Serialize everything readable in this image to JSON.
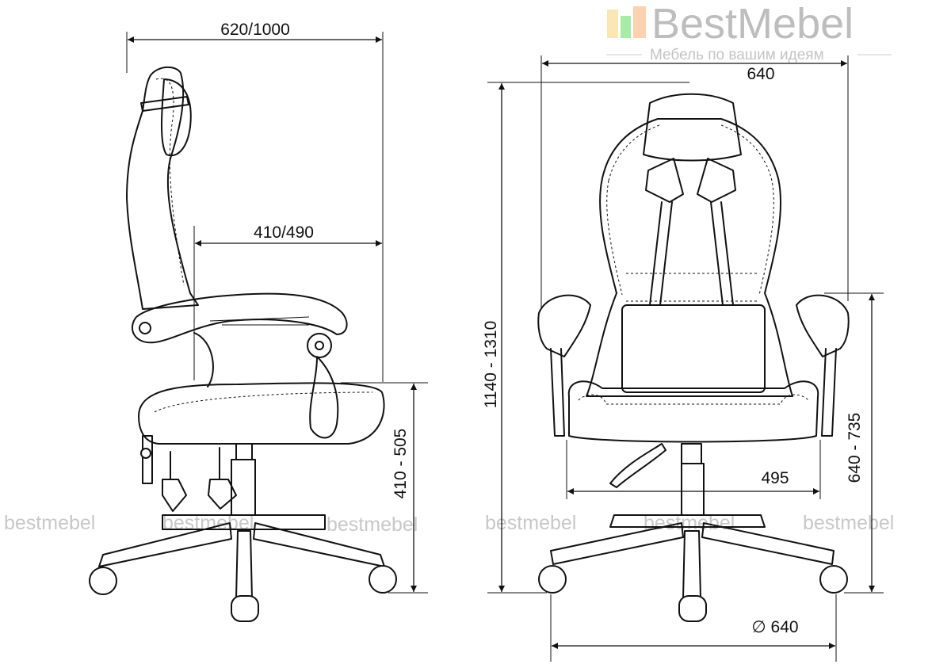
{
  "logo": {
    "name": "BestMebel",
    "tagline": "Мебель по вашим идеям",
    "bar_colors": [
      "#fbe7b5",
      "#a8eaa8",
      "#fcd2b0"
    ]
  },
  "watermarks": [
    "bestmebel",
    "bestmebel",
    "bestmebel",
    "bestmebel",
    "bestmebel",
    "bestmebel"
  ],
  "side_view": {
    "overall_depth": "620/1000",
    "seat_depth": "410/490",
    "seat_height": "410 - 505"
  },
  "front_view": {
    "overall_height": "1140 - 1310",
    "overall_width": "640",
    "armrest_height": "640 - 735",
    "seat_width": "495",
    "base_diameter": "∅ 640"
  }
}
